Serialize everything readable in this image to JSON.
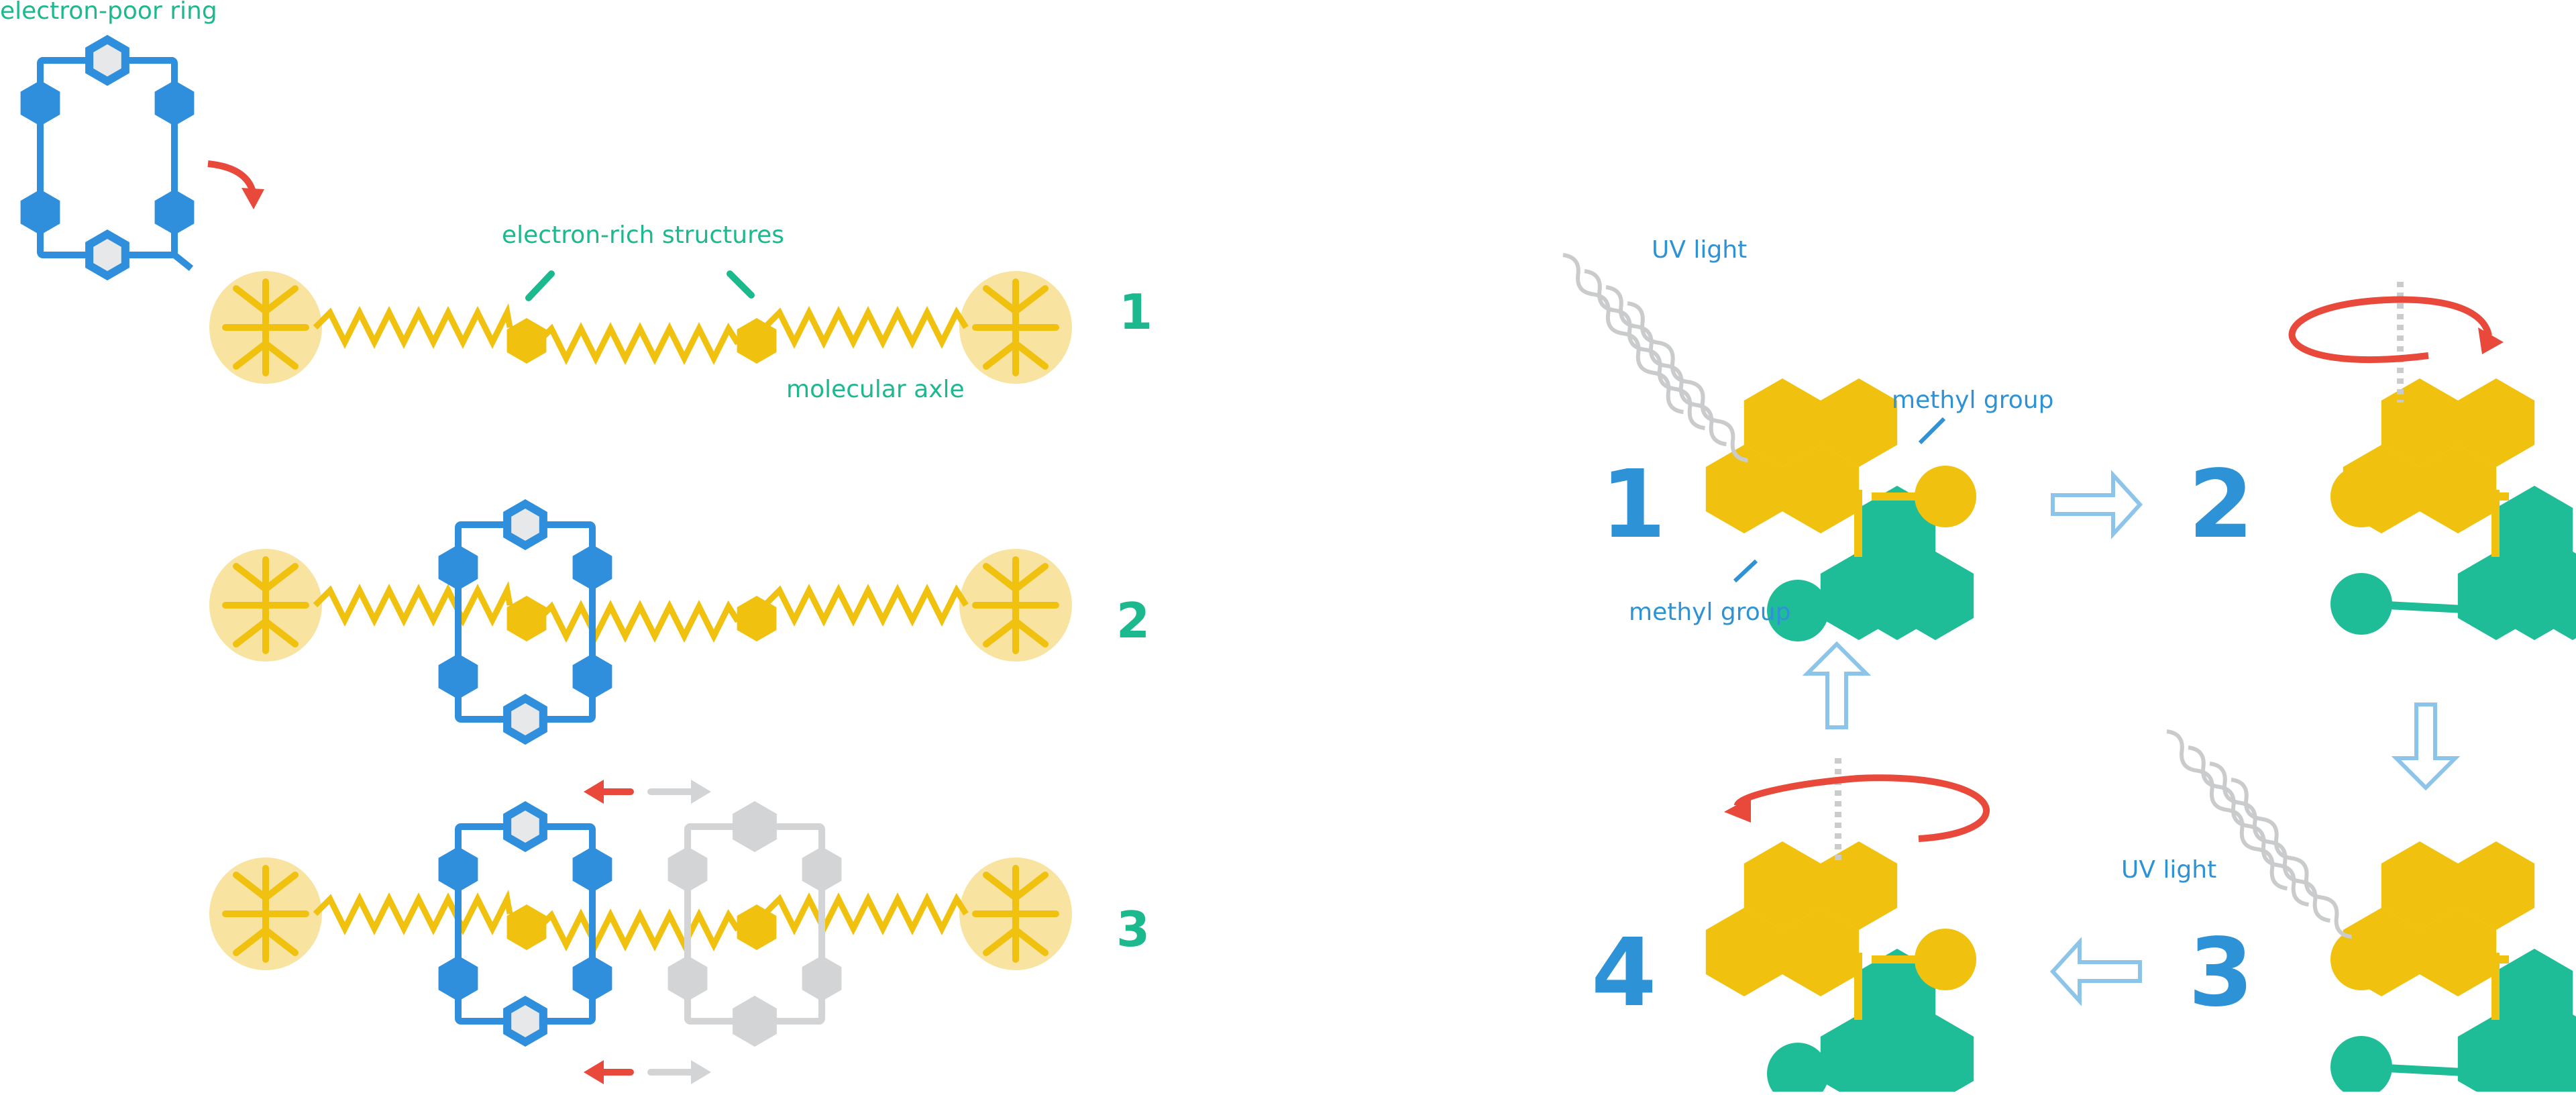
{
  "labels": {
    "electron_poor_ring": "electron-poor ring",
    "electron_rich_structures": "electron-rich structures",
    "molecular_axle": "molecular axle",
    "uv_light_1": "UV light",
    "uv_light_2": "UV light",
    "methyl_group_1": "methyl group",
    "methyl_group_2": "methyl group"
  },
  "shuttle_steps": [
    "1",
    "2",
    "3"
  ],
  "motor_steps": [
    "1",
    "2",
    "3",
    "4"
  ],
  "colors": {
    "blue": "#2f8fdc",
    "yellow": "#f0c20f",
    "stopper": "#f8e4a0",
    "green": "#1fbd97",
    "label_green": "#1cb88e",
    "label_blue": "#2d92d6",
    "red": "#e8493b",
    "grey": "#d2d4d6",
    "light_blue": "#8cc4ea"
  },
  "icons": [
    "stopper-icon",
    "ring-icon",
    "zigzag-axle-icon",
    "uv-wave-icon",
    "rotation-arrow-icon",
    "process-arrow-icon"
  ]
}
